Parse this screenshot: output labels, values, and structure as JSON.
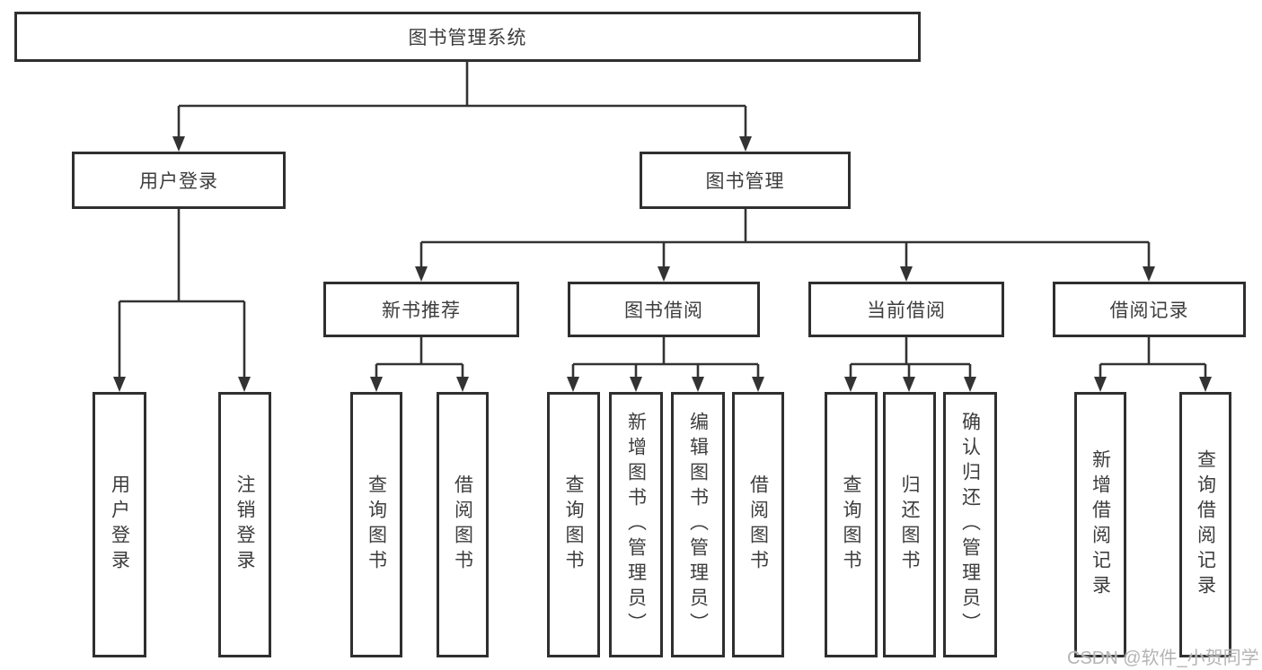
{
  "tree": {
    "root": "图书管理系统",
    "user_login": {
      "label": "用户登录",
      "children": [
        "用户登录",
        "注销登录"
      ]
    },
    "book_mgmt": {
      "label": "图书管理",
      "sections": {
        "new_book": {
          "label": "新书推荐",
          "children": [
            "查询图书",
            "借阅图书"
          ]
        },
        "book_borrow": {
          "label": "图书借阅",
          "children": [
            "查询图书",
            "新增图书（管理员）",
            "编辑图书（管理员）",
            "借阅图书"
          ]
        },
        "current_borrow": {
          "label": "当前借阅",
          "children": [
            "查询图书",
            "归还图书",
            "确认归还（管理员）"
          ]
        },
        "borrow_record": {
          "label": "借阅记录",
          "children": [
            "新增借阅记录",
            "查询借阅记录"
          ]
        }
      }
    }
  },
  "watermark": "CSDN @软件_小贺同学",
  "colors": {
    "line": "#333333",
    "box_border": "#2f2f2f",
    "text": "#3d3d3d",
    "watermark": "#b4b4b4",
    "background": "#ffffff"
  }
}
